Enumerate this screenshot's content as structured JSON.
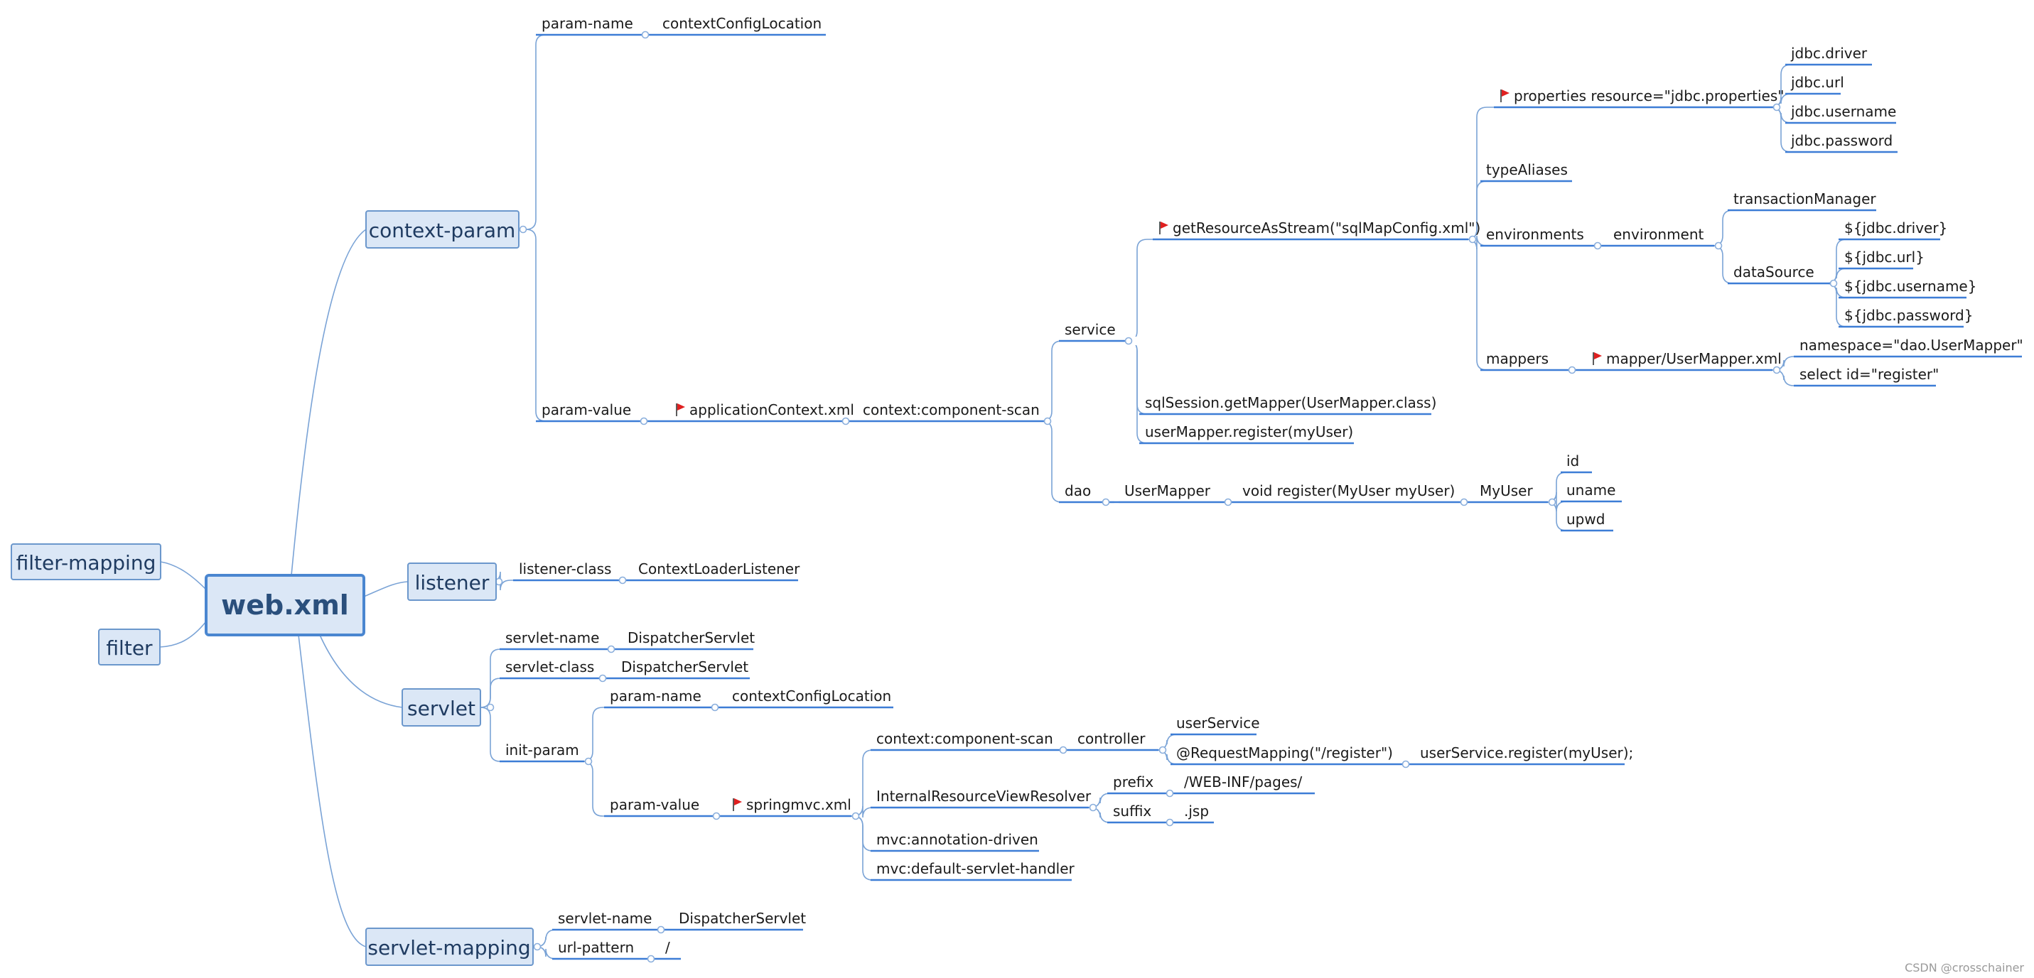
{
  "root": "web.xml",
  "branches": {
    "context_param": "context-param",
    "listener": "listener",
    "servlet": "servlet",
    "servlet_mapping": "servlet-mapping",
    "filter_mapping": "filter-mapping",
    "filter": "filter"
  },
  "nodes": {
    "cp_param_name": "param-name",
    "cp_context_config_location": "contextConfigLocation",
    "cp_param_value": "param-value",
    "cp_application_context": "applicationContext.xml",
    "cp_component_scan": "context:component-scan",
    "service": "service",
    "dao": "dao",
    "get_resource": "getResourceAsStream(\"sqlMapConfig.xml\")",
    "sql_session": "sqlSession.getMapper(UserMapper.class)",
    "user_mapper_register": "userMapper.register(myUser)",
    "properties_resource": "properties resource=\"jdbc.properties\"",
    "type_aliases": "typeAliases",
    "environments": "environments",
    "environment": "environment",
    "transaction_manager": "transactionManager",
    "data_source": "dataSource",
    "mappers": "mappers",
    "mapper_xml": "mapper/UserMapper.xml",
    "namespace": "namespace=\"dao.UserMapper\"",
    "select_id": "select id=\"register\"",
    "jdbc_driver": "jdbc.driver",
    "jdbc_url": "jdbc.url",
    "jdbc_username": "jdbc.username",
    "jdbc_password": "jdbc.password",
    "ds_driver": "${jdbc.driver}",
    "ds_url": "${jdbc.url}",
    "ds_username": "${jdbc.username}",
    "ds_password": "${jdbc.password}",
    "user_mapper": "UserMapper",
    "void_register": "void register(MyUser myUser)",
    "my_user": "MyUser",
    "field_id": "id",
    "field_uname": "uname",
    "field_upwd": "upwd",
    "listener_class": "listener-class",
    "context_loader_listener": "ContextLoaderListener",
    "sv_servlet_name": "servlet-name",
    "sv_dispatcher_1": "DispatcherServlet",
    "sv_servlet_class": "servlet-class",
    "sv_dispatcher_2": "DispatcherServlet",
    "init_param": "init-param",
    "ip_param_name": "param-name",
    "ip_context_config_location": "contextConfigLocation",
    "ip_param_value": "param-value",
    "springmvc_xml": "springmvc.xml",
    "mvc_component_scan": "context:component-scan",
    "controller": "controller",
    "user_service": "userService",
    "request_mapping": "@RequestMapping(\"/register\")",
    "user_service_register": "userService.register(myUser);",
    "view_resolver": "InternalResourceViewResolver",
    "prefix": "prefix",
    "prefix_value": "/WEB-INF/pages/",
    "suffix": "suffix",
    "suffix_value": ".jsp",
    "annotation_driven": "mvc:annotation-driven",
    "default_servlet_handler": "mvc:default-servlet-handler",
    "sm_servlet_name": "servlet-name",
    "sm_dispatcher": "DispatcherServlet",
    "url_pattern": "url-pattern",
    "url_value": "/"
  },
  "watermark": "CSDN @crosschainer",
  "colors": {
    "line": "#7aa3d6",
    "underline": "#3d7dd6",
    "box_fill": "#dbe7f6",
    "box_stroke": "#6b97cc",
    "flag": "#e02020"
  }
}
